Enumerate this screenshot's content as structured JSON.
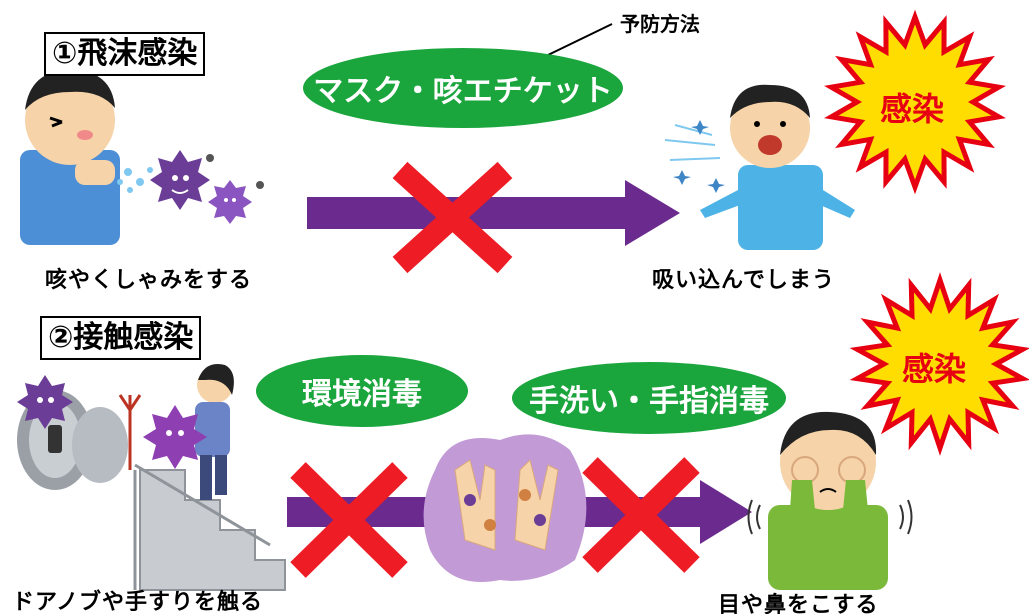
{
  "prevention_label": "予防方法",
  "sections": [
    {
      "title": "①飛沫感染",
      "preventions": [
        "マスク・咳エチケット"
      ],
      "source_caption": "咳やくしゃみをする",
      "target_caption": "吸い込んでしまう",
      "result": "感染"
    },
    {
      "title": "②接触感染",
      "preventions": [
        "環境消毒",
        "手洗い・手指消毒"
      ],
      "source_caption": "ドアノブや手すりを触る",
      "target_caption": "目や鼻をこする",
      "result": "感染"
    }
  ],
  "colors": {
    "oval_green": "#1aa53d",
    "arrow_purple": "#6a2a8e",
    "block_red": "#ee1c25",
    "burst_yellow": "#ffdd00",
    "burst_outline": "#e60012"
  }
}
